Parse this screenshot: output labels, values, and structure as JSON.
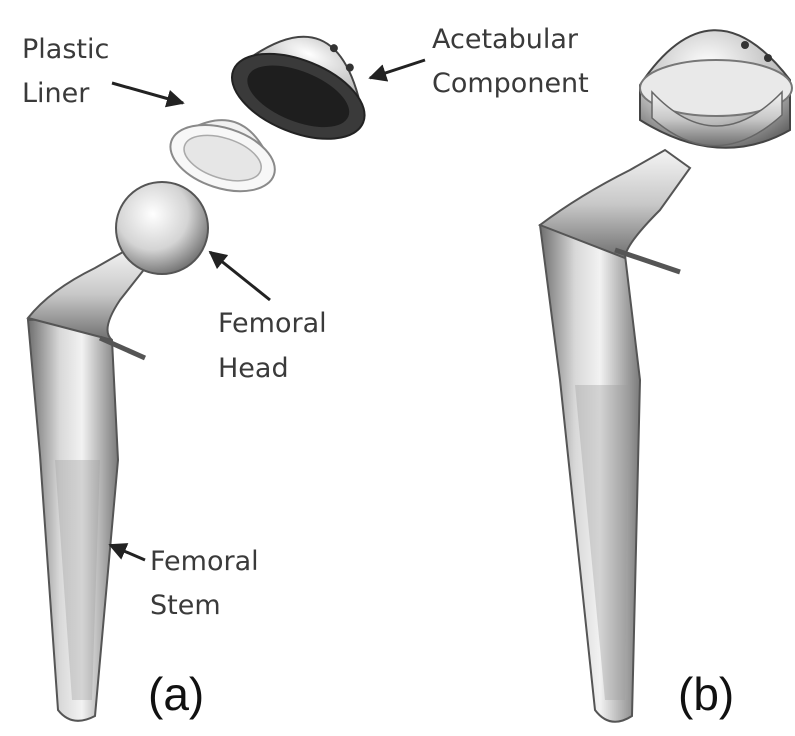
{
  "labels": {
    "plastic_liner": [
      "Plastic",
      "Liner"
    ],
    "acetabular_component": [
      "Acetabular",
      "Component"
    ],
    "femoral_head": [
      "Femoral",
      "Head"
    ],
    "femoral_stem": [
      "Femoral",
      "Stem"
    ]
  },
  "panels": {
    "a": "(a)",
    "b": "(b)"
  }
}
